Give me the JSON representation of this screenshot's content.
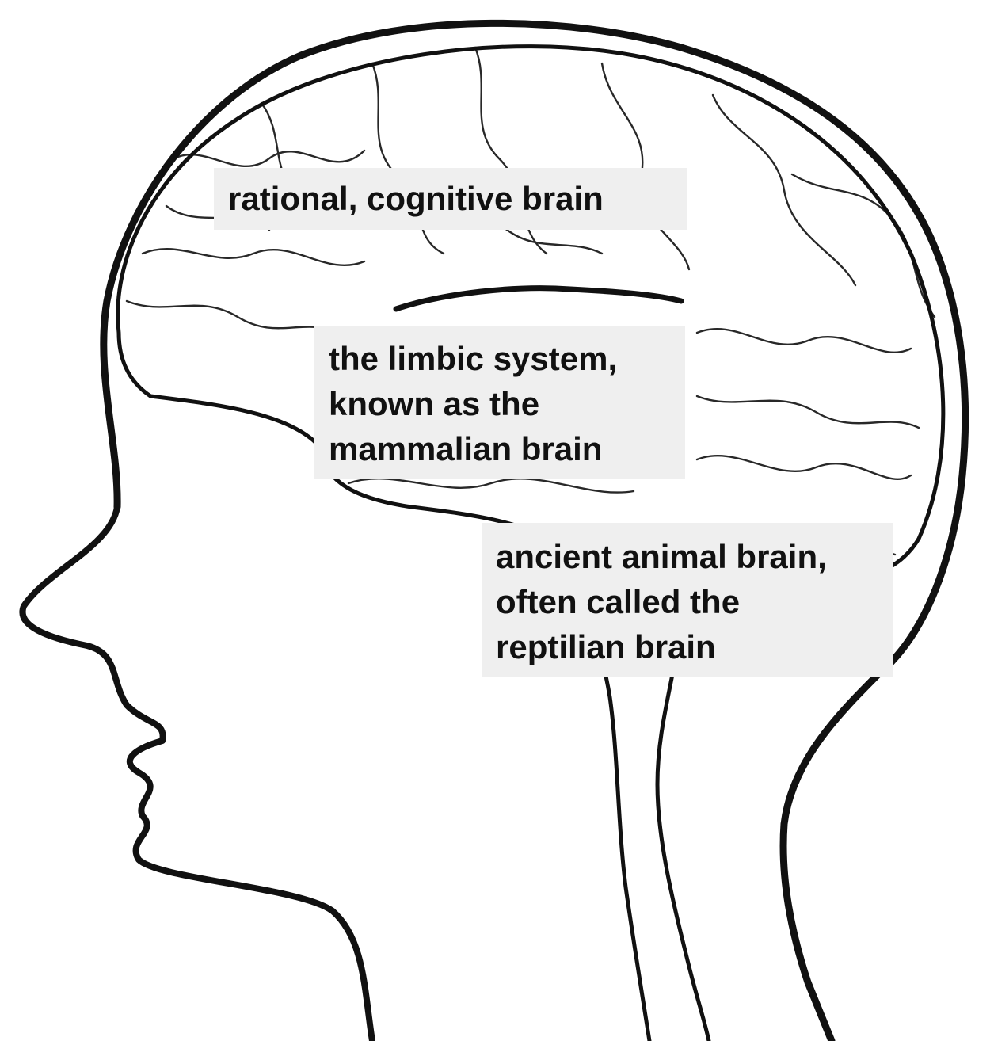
{
  "labels": {
    "cortex": [
      "rational, cognitive brain"
    ],
    "limbic": [
      "the limbic system,",
      "known as the",
      "mammalian brain"
    ],
    "reptilian": [
      "ancient animal brain,",
      "often called the",
      "reptilian brain"
    ]
  },
  "colors": {
    "ink": "#111111",
    "label_background": "#efefef",
    "background": "#ffffff"
  }
}
